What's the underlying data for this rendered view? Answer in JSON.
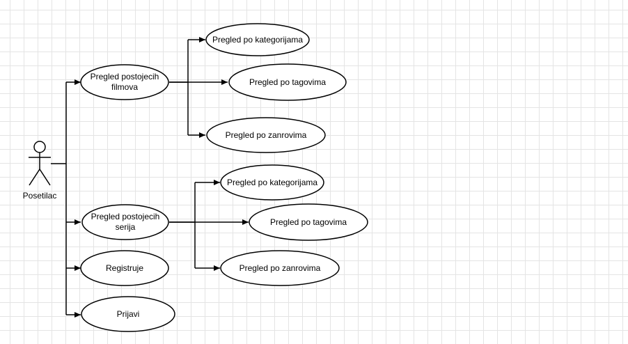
{
  "actor": {
    "label": "Posetilac"
  },
  "use_cases": {
    "filmovi": {
      "line1": "Pregled postojecih",
      "line2": "filmova"
    },
    "serije": {
      "line1": "Pregled postojecih",
      "line2": "serija"
    },
    "registruje": "Registruje",
    "prijavi": "Prijavi",
    "filmovi_kategorije": "Pregled po kategorijama",
    "filmovi_tagovi": "Pregled po tagovima",
    "filmovi_zanrovi": "Pregled po zanrovima",
    "serije_kategorije": "Pregled po kategorijama",
    "serije_tagovi": "Pregled po tagovima",
    "serije_zanrovi": "Pregled po zanrovima"
  },
  "colors": {
    "stroke": "#000000",
    "fill": "#ffffff",
    "grid": "#e4e4e4"
  }
}
